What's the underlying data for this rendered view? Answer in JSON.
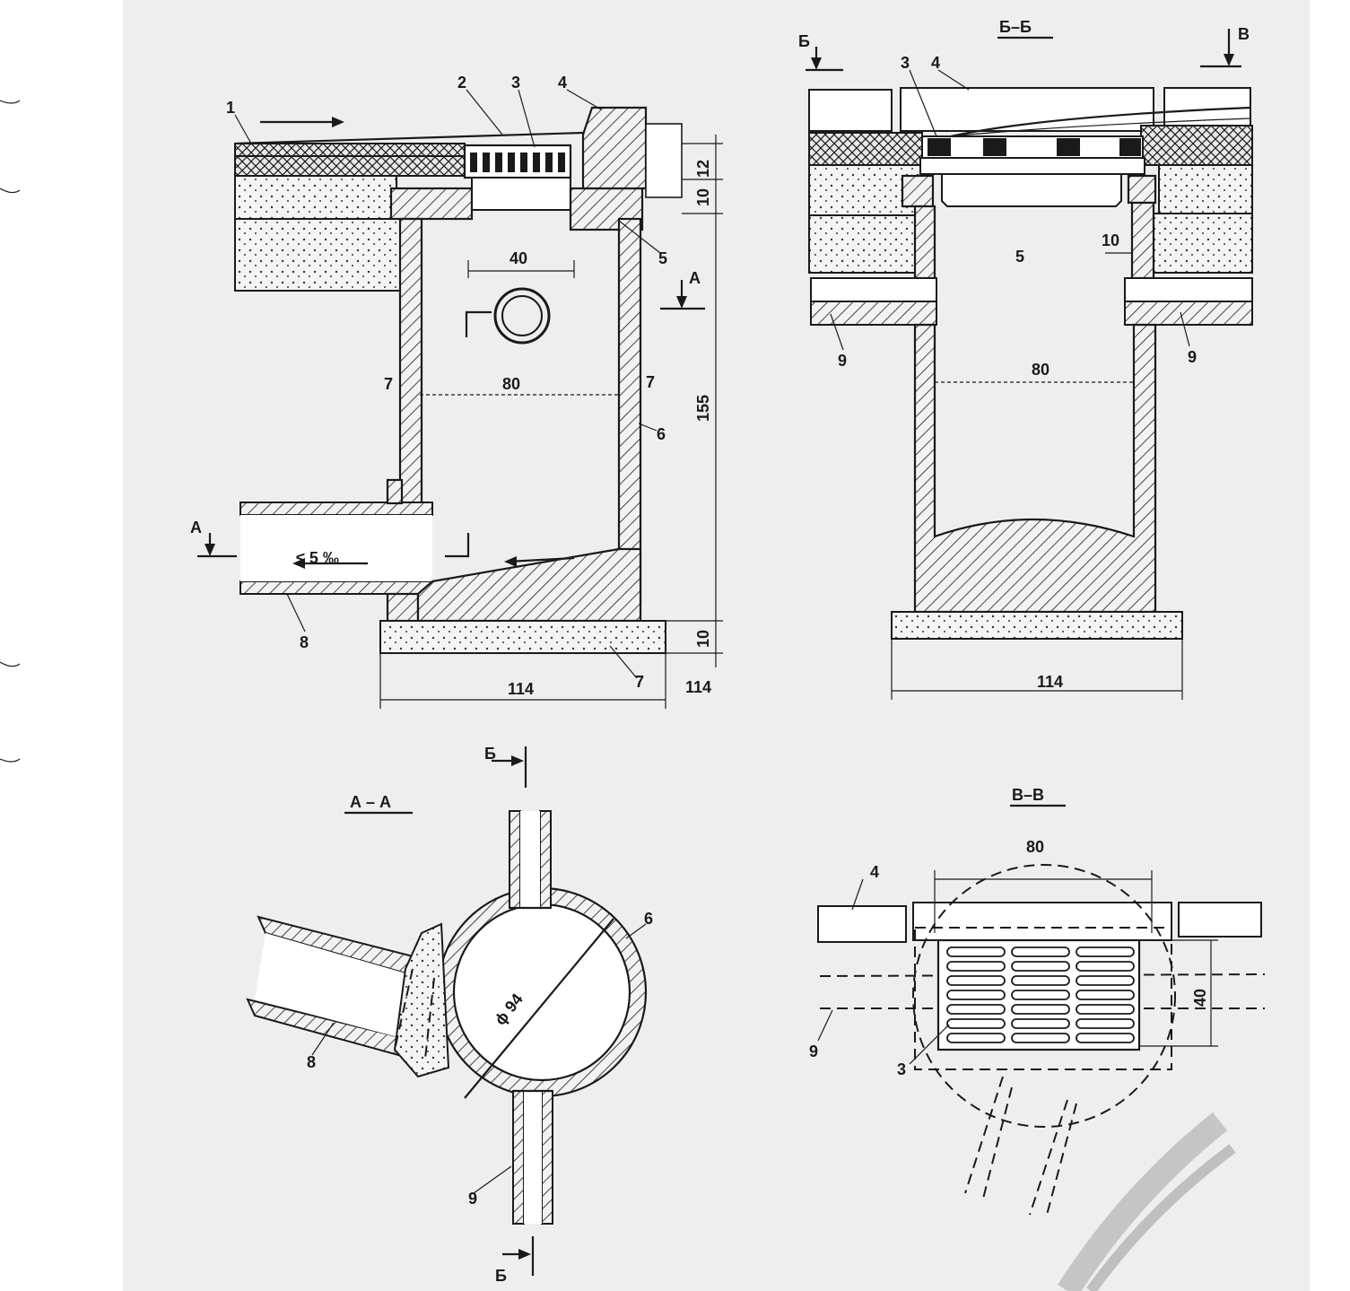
{
  "labels": {
    "item_1": "1",
    "item_2": "2",
    "item_3": "3",
    "item_4": "4",
    "item_5": "5",
    "item_6": "6",
    "item_7": "7",
    "item_8": "8",
    "item_9": "9",
    "section_a": "A",
    "section_b": "Б",
    "section_v": "В"
  },
  "titles": {
    "section_bb": "Б–Б",
    "section_aa": "А – А",
    "section_vv": "В–В"
  },
  "dimensions": {
    "d12": "12",
    "d10": "10",
    "d40": "40",
    "d80": "80",
    "d155": "155",
    "d114": "114",
    "slope": "≤ 5 ‰",
    "diam": "ϕ 94"
  }
}
